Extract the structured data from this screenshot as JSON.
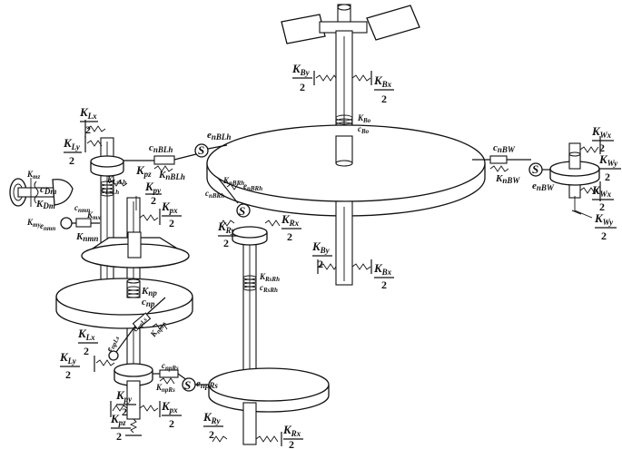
{
  "labels": {
    "KBy_top": "K",
    "KBy_top_sub": "By",
    "KBx_top": "K",
    "KBx_top_sub": "Bx",
    "KBo": "K",
    "KBo_sub": "Bo",
    "cBo": "c",
    "cBo_sub": "Bo",
    "cnBLh": "c",
    "cnBLh_sub": "nBLh",
    "KnBLh": "K",
    "KnBLh_sub": "nBLh",
    "enBLh": "e",
    "enBLh_sub": "nBLh",
    "cnBW": "c",
    "cnBW_sub": "nBW",
    "KnBW": "K",
    "KnBW_sub": "nBW",
    "enBW": "e",
    "enBW_sub": "nBW",
    "KWx1": "K",
    "KWx1_sub": "Wx",
    "KWy1": "K",
    "KWy1_sub": "Wy",
    "KWx2": "K",
    "KWx2_sub": "Wx",
    "KWy2": "K",
    "KWy2_sub": "Wy",
    "KLx1": "K",
    "KLx1_sub": "Lx",
    "KLy1": "K",
    "KLy1_sub": "Ly",
    "KLsLh": "K",
    "KLsLh_sub": "LsLh",
    "cLsLh": "c",
    "cLsLh_sub": "LsLh",
    "Kpz1": "K",
    "Kpz1_sub": "pz",
    "Kpy1": "K",
    "Kpy1_sub": "py",
    "Kpx1": "K",
    "Kpx1_sub": "px",
    "Kmz": "K",
    "Kmz_sub": "mz",
    "cDm": "c",
    "cDm_sub": "Dm",
    "KDm": "K",
    "KDm_sub": "Dm",
    "Kmy": "K",
    "Kmy_sub": "my",
    "Kmx": "K",
    "Kmx_sub": "mx",
    "cnmn": "c",
    "cnmn_sub": "nmn",
    "enmn": "e",
    "enmn_sub": "nmn",
    "Knmn": "K",
    "Knmn_sub": "nmn",
    "KnBRh": "K",
    "KnBRh_sub": "nBRh",
    "enBRh": "e",
    "enBRh_sub": "nBRh",
    "cnBRh": "c",
    "cnBRh_sub": "nBRh",
    "KRy1": "K",
    "KRy1_sub": "Ry",
    "KRx1": "K",
    "KRx1_sub": "Rx",
    "KBy_mid": "K",
    "KBy_mid_sub": "By",
    "KBx_mid": "K",
    "KBx_mid_sub": "Bx",
    "KRsRh": "K",
    "KRsRh_sub": "RsRh",
    "cRsRh": "c",
    "cRsRh_sub": "RsRh",
    "Knp": "K",
    "Knp_sub": "np",
    "cnp": "c",
    "cnp_sub": "np",
    "cnpLs": "c",
    "cnpLs_sub": "npLs",
    "KnpLs": "K",
    "KnpLs_sub": "npLs",
    "enpLs": "e",
    "enpLs_sub": "npLs",
    "KLx2": "K",
    "KLx2_sub": "Lx",
    "KLy2": "K",
    "KLy2_sub": "Ly",
    "cnpRs": "c",
    "cnpRs_sub": "npRs",
    "KnpRs": "K",
    "KnpRs_sub": "npRs",
    "enpRs": "e",
    "enpRs_sub": "npRs",
    "Kpy2": "K",
    "Kpy2_sub": "py",
    "Kpx2": "K",
    "Kpx2_sub": "px",
    "Kpz2": "K",
    "Kpz2_sub": "pz",
    "KRy2": "K",
    "KRy2_sub": "Ry",
    "KRx2": "K",
    "KRx2_sub": "Rx",
    "two": "2",
    "S": "S"
  }
}
